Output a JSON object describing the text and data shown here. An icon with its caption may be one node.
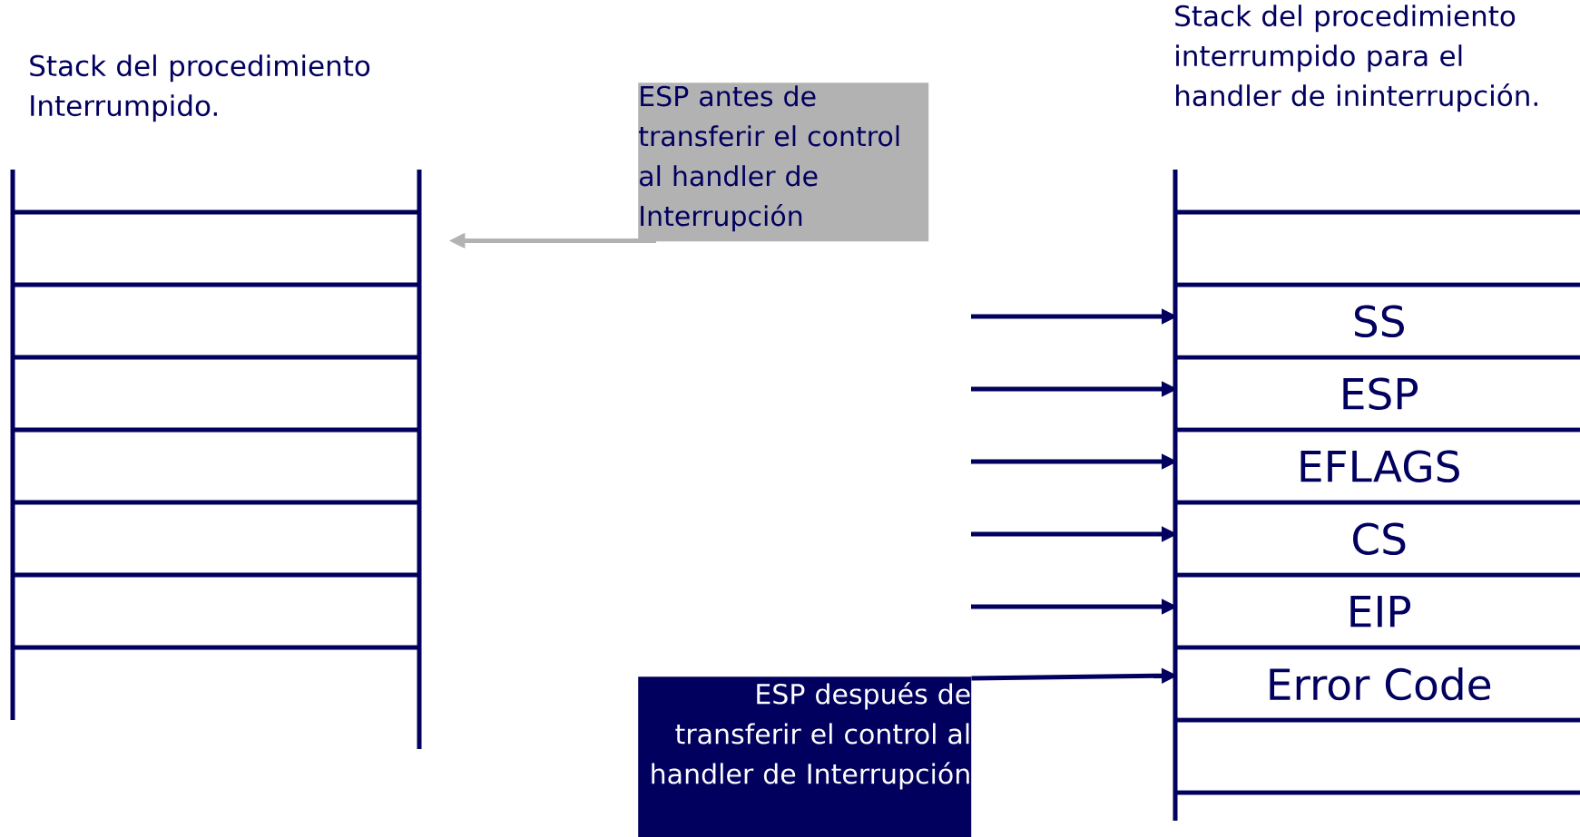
{
  "diagram": {
    "nodes": [
      {
        "text": [
          "Stack del procedimiento Interrumpido."
        ]
      },
      {
        "text": [
          "ESP antes de transferir el control al handler de Interrupción"
        ]
      },
      {
        "text": [
          "Stack del procedimiento interrumpido para el handler de ininterrupción."
        ]
      },
      {
        "text": [
          "SS"
        ],
        "in": 2
      },
      {
        "text": [
          "ESP"
        ],
        "in": 2
      },
      {
        "text": [
          "EFLAGS"
        ],
        "in": 2
      },
      {
        "text": [
          "CS"
        ],
        "in": 2
      },
      {
        "text": [
          "EIP"
        ],
        "in": 2
      },
      {
        "text": [
          "Error Code"
        ],
        "in": 2
      },
      {
        "text": [
          "ESP después de transferir el control al handler de Interrupción"
        ]
      }
    ],
    "edges": [
      {
        "from": 1,
        "to": 0,
        "arrow": "to",
        "color": "#b2b2b2"
      },
      {
        "from": null,
        "to": 3,
        "arrow": "to"
      },
      {
        "from": null,
        "to": 4,
        "arrow": "to"
      },
      {
        "from": null,
        "to": 5,
        "arrow": "to"
      },
      {
        "from": null,
        "to": 6,
        "arrow": "to"
      },
      {
        "from": null,
        "to": 7,
        "arrow": "to"
      },
      {
        "from": 9,
        "to": 8,
        "arrow": "to"
      }
    ]
  }
}
